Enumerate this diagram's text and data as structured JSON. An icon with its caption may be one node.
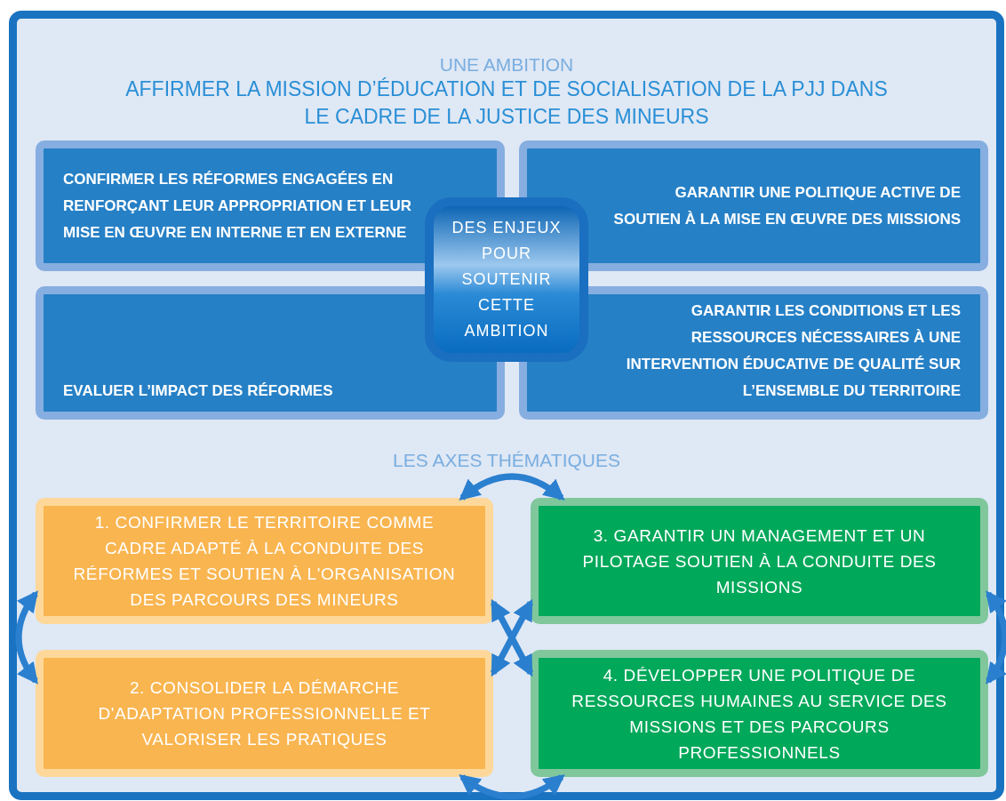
{
  "diagram": {
    "nodes": [
      {
        "text": [
          "UNE AMBITION",
          "AFFIRMER LA MISSION D’ÉDUCATION ET DE SOCIALISATION DE LA PJJ DANS LE CADRE DE LA JUSTICE DES MINEURS"
        ]
      },
      {
        "text": [
          "CONFIRMER LES RÉFORMES ENGAGÉES EN RENFORÇANT LEUR APPROPRIATION ET LEUR MISE EN ŒUVRE EN INTERNE ET EN EXTERNE"
        ],
        "in": 0
      },
      {
        "text": [
          "GARANTIR UNE POLITIQUE ACTIVE DE SOUTIEN À LA MISE EN ŒUVRE DES MISSIONS"
        ],
        "in": 0
      },
      {
        "text": [
          "EVALUER L’IMPACT DES RÉFORMES"
        ],
        "in": 0
      },
      {
        "text": [
          "GARANTIR LES CONDITIONS ET LES RESSOURCES NÉCESSAIRES À UNE INTERVENTION ÉDUCATIVE DE QUALITÉ SUR L’ENSEMBLE DU TERRITOIRE"
        ],
        "in": 0
      },
      {
        "text": [
          "DES ENJEUX POUR SOUTENIR CETTE AMBITION"
        ],
        "in": 0
      },
      {
        "text": [
          "1. CONFIRMER LE TERRITOIRE COMME CADRE ADAPTÉ À LA CONDUITE DES RÉFORMES ET SOUTIEN À L'ORGANISATION DES PARCOURS DES MINEURS"
        ],
        "in": 0
      },
      {
        "text": [
          "2. CONSOLIDER LA DÉMARCHE D'ADAPTATION PROFESSIONNELLE ET VALORISER LES PRATIQUES"
        ],
        "in": 0
      },
      {
        "text": [
          "3. GARANTIR UN MANAGEMENT ET UN PILOTAGE SOUTIEN À LA CONDUITE DES MISSIONS"
        ],
        "in": 0
      },
      {
        "text": [
          "4. DÉVELOPPER UNE POLITIQUE DE RESSOURCES HUMAINES AU SERVICE DES MISSIONS ET DES PARCOURS PROFESSIONNELS"
        ],
        "in": 0
      }
    ],
    "edges": [
      {
        "from": 6,
        "to": 8,
        "arrow": "both"
      },
      {
        "from": 6,
        "to": 7,
        "arrow": "both"
      },
      {
        "from": 6,
        "to": 9,
        "arrow": "both"
      },
      {
        "from": 7,
        "to": 8,
        "arrow": "both"
      },
      {
        "from": 8,
        "to": 9,
        "arrow": "both"
      },
      {
        "from": 7,
        "to": 9,
        "arrow": "both"
      }
    ],
    "labels": [
      "LES AXES THÉMATIQUES"
    ]
  }
}
